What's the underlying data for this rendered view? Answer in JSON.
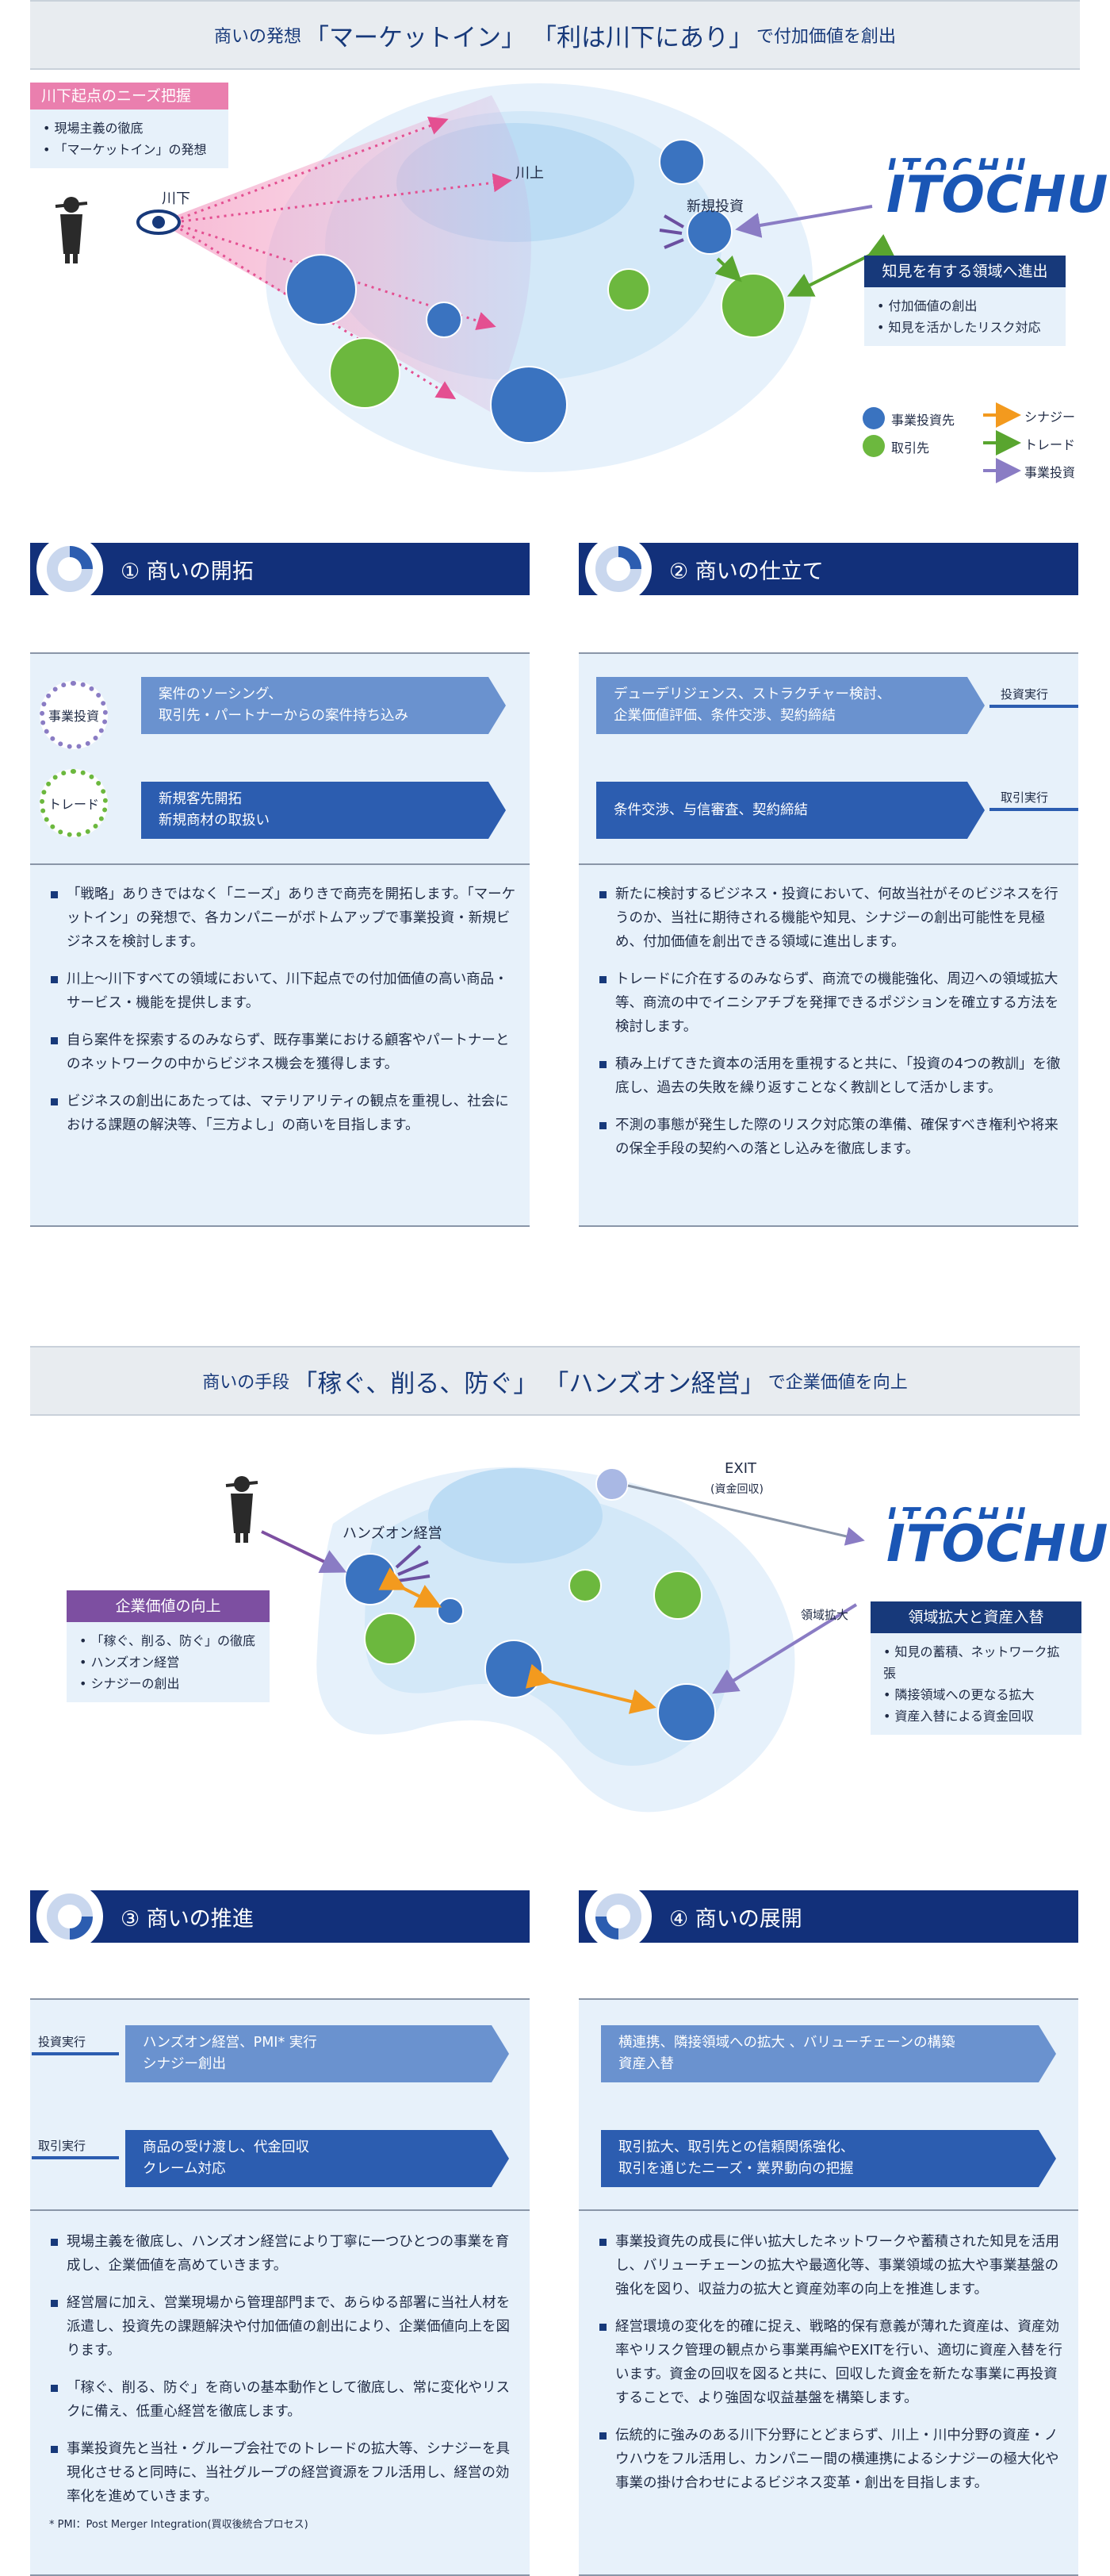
{
  "top": {
    "banner": {
      "pre": "商いの発想",
      "q1": "「マーケットイン」",
      "q2": "「利は川下にあり」",
      "post": "で付加価値を創出"
    },
    "needs_box": {
      "title": "川下起点のニーズ把握",
      "items": [
        "現場主義の徹底",
        "「マーケットイン」の発想"
      ]
    },
    "kawashimo": "川下",
    "kawakami": "川上",
    "new_invest": "新規投資",
    "logo": "ITOCHU",
    "knowledge_box": {
      "title": "知見を有する領域へ進出",
      "items": [
        "付加価値の創出",
        "知見を活かしたリスク対応"
      ]
    },
    "legend": {
      "invest": "事業投資先",
      "trade_partner": "取引先",
      "synergy": "シナジー",
      "trade": "トレード",
      "biz_invest": "事業投資"
    }
  },
  "sec1": {
    "title": "① 商いの開拓",
    "gear1": "事業投資",
    "gear2": "トレード",
    "box1": [
      "案件のソーシング、",
      "取引先・パートナーからの案件持ち込み"
    ],
    "box2": [
      "新規客先開拓",
      "新規商材の取扱い"
    ],
    "bullets": [
      "「戦略」ありきではなく「ニーズ」ありきで商売を開拓します。「マーケットイン」の発想で、各カンパニーがボトムアップで事業投資・新規ビジネスを検討します。",
      "川上～川下すべての領域において、川下起点での付加価値の高い商品・サービス・機能を提供します。",
      "自ら案件を探索するのみならず、既存事業における顧客やパートナーとのネットワークの中からビジネス機会を獲得します。",
      "ビジネスの創出にあたっては、マテリアリティの観点を重視し、社会における課題の解決等、「三方よし」の商いを目指します。"
    ]
  },
  "sec2": {
    "title": "② 商いの仕立て",
    "box1": [
      "デューデリジェンス、ストラクチャー検討、",
      "企業価値評価、条件交渉、契約締結"
    ],
    "box2": [
      "条件交渉、与信審査、契約締結"
    ],
    "tag1": "投資実行",
    "tag2": "取引実行",
    "bullets": [
      "新たに検討するビジネス・投資において、何故当社がそのビジネスを行うのか、当社に期待される機能や知見、シナジーの創出可能性を見極め、付加価値を創出できる領域に進出します。",
      "トレードに介在するのみならず、商流での機能強化、周辺への領域拡大等、商流の中でイニシアチブを発揮できるポジションを確立する方法を検討します。",
      "積み上げてきた資本の活用を重視すると共に、「投資の4つの教訓」を徹底し、過去の失敗を繰り返すことなく教訓として活かします。",
      "不測の事態が発生した際のリスク対応策の準備、確保すべき権利や将来の保全手段の契約への落とし込みを徹底します。"
    ]
  },
  "mid": {
    "banner": {
      "pre": "商いの手段",
      "q1": "「稼ぐ、削る、防ぐ」",
      "q2": "「ハンズオン経営」",
      "post": "で企業価値を向上"
    },
    "exit": "EXIT",
    "exit_sub": "(資金回収)",
    "handson": "ハンズオン経営",
    "logo": "ITOCHU",
    "expand": "領域拡大",
    "value_box": {
      "title": "企業価値の向上",
      "items": [
        "「稼ぐ、削る、防ぐ」の徹底",
        "ハンズオン経営",
        "シナジーの創出"
      ]
    },
    "replace_box": {
      "title": "領域拡大と資産入替",
      "items": [
        "知見の蓄積、ネットワーク拡張",
        "隣接領域への更なる拡大",
        "資産入替による資金回収"
      ]
    }
  },
  "sec3": {
    "title": "③ 商いの推進",
    "tag1": "投資実行",
    "tag2": "取引実行",
    "box1": [
      "ハンズオン経営、PMI* 実行",
      "シナジー創出"
    ],
    "box2": [
      "商品の受け渡し、代金回収",
      "クレーム対応"
    ],
    "bullets": [
      "現場主義を徹底し、ハンズオン経営により丁寧に一つひとつの事業を育成し、企業価値を高めていきます。",
      "経営層に加え、営業現場から管理部門まで、あらゆる部署に当社人材を派遣し、投資先の課題解決や付加価値の創出により、企業価値向上を図ります。",
      "「稼ぐ、削る、防ぐ」を商いの基本動作として徹底し、常に変化やリスクに備え、低重心経営を徹底します。",
      "事業投資先と当社・グループ会社でのトレードの拡大等、シナジーを具現化させると同時に、当社グループの経営資源をフル活用し、経営の効率化を進めていきます。"
    ],
    "footnote": "* PMI：Post Merger Integration(買収後統合プロセス)"
  },
  "sec4": {
    "title": "④ 商いの展開",
    "box1": [
      "横連携、隣接領域への拡大 、バリューチェーンの構築",
      "資産入替"
    ],
    "box2": [
      "取引拡大、取引先との信頼関係強化、",
      "取引を通じたニーズ・業界動向の把握"
    ],
    "bullets": [
      "事業投資先の成長に伴い拡大したネットワークや蓄積された知見を活用し、バリューチェーンの拡大や最適化等、事業領域の拡大や事業基盤の強化を図り、収益力の拡大と資産効率の向上を推進します。",
      "経営環境の変化を的確に捉え、戦略的保有意義が薄れた資産は、資産効率やリスク管理の観点から事業再編やEXITを行い、適切に資産入替を行います。資金の回収を図ると共に、回収した資金を新たな事業に再投資することで、より強固な収益基盤を構築します。",
      "伝統的に強みのある川下分野にとどまらず、川上・川中分野の資産・ノウハウをフル活用し、カンパニー間の横連携によるシナジーの極大化や事業の掛け合わせによるビジネス変革・創出を目指します。"
    ]
  },
  "colors": {
    "navy": "#12307a",
    "blue_node": "#3a73c0",
    "green_node": "#6cb83e",
    "orange": "#f39a1e",
    "purple": "#8a7cc4",
    "pink": "#ea7fae"
  }
}
